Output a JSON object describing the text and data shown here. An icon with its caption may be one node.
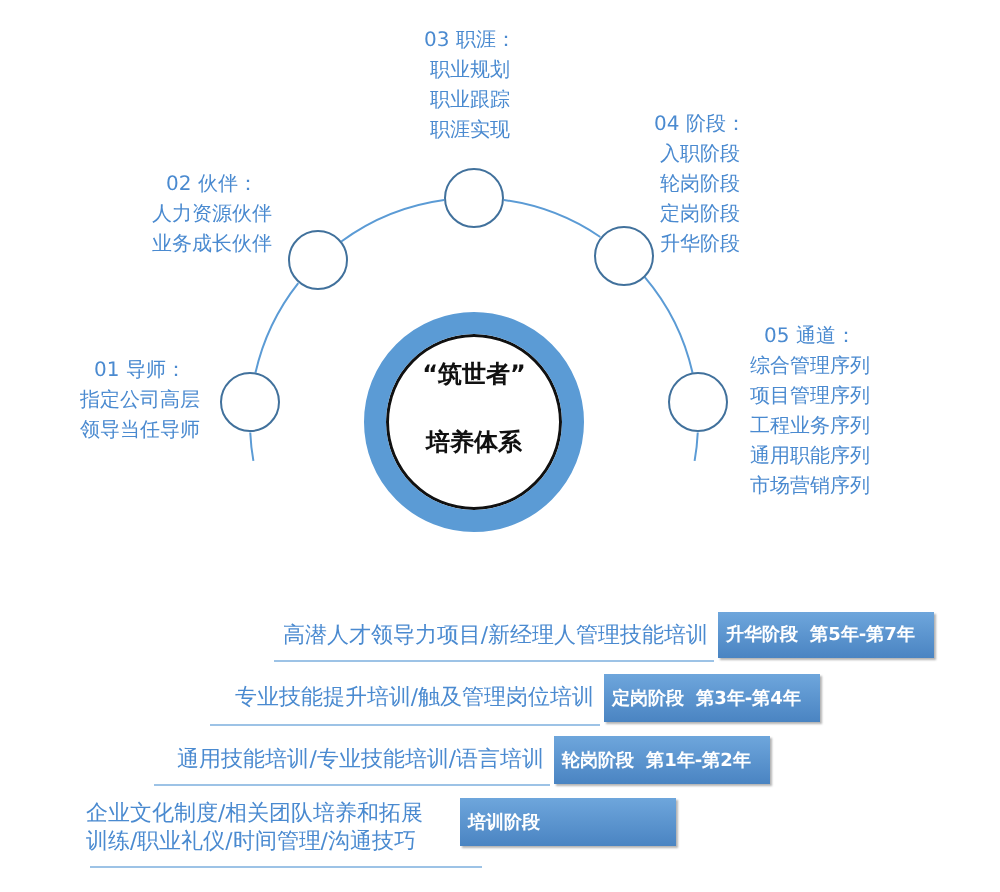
{
  "diagram": {
    "nodes": [
      {
        "text": [],
        "shape": "circle",
        "beside": [
          "01 导师：",
          "指定公司高层领导当任导师"
        ]
      },
      {
        "text": [],
        "shape": "circle",
        "beside": [
          "02 伙伴：",
          "人力资源伙伴",
          "业务成长伙伴"
        ]
      },
      {
        "text": [],
        "shape": "circle",
        "beside": [
          "03 职涯：",
          "职业规划",
          "职业跟踪",
          "职涯实现"
        ]
      },
      {
        "text": [],
        "shape": "circle",
        "beside": [
          "04 阶段：",
          "入职阶段",
          "轮岗阶段",
          "定岗阶段",
          "升华阶段"
        ]
      },
      {
        "text": [],
        "shape": "circle",
        "beside": [
          "05 通道：",
          "综合管理序列",
          "项目管理序列",
          "工程业务序列",
          "通用职能序列",
          "市场营销序列"
        ]
      },
      {
        "text": [
          "“筑世者”",
          "培养体系"
        ]
      },
      {
        "text": [
          "升华阶段 第5年-第7年"
        ],
        "beside": [
          "高潜人才领导力项目/新经理人管理技能培训"
        ]
      },
      {
        "text": [
          "定岗阶段 第3年-第4年"
        ],
        "beside": [
          "专业技能提升培训/触及管理岗位培训"
        ]
      },
      {
        "text": [
          "轮岗阶段 第1年-第2年"
        ],
        "beside": [
          "通用技能培训/专业技能培训/语言培训"
        ]
      },
      {
        "text": [
          "培训阶段"
        ],
        "beside": [
          "企业文化制度/相关团队培养和拓展训练/职业礼仪/时间管理/沟通技巧"
        ]
      }
    ],
    "edges": [
      {
        "from": 0,
        "to": 1,
        "arrow": "none"
      },
      {
        "from": 1,
        "to": 2,
        "arrow": "none"
      },
      {
        "from": 2,
        "to": 3,
        "arrow": "none"
      },
      {
        "from": 3,
        "to": 4,
        "arrow": "none"
      },
      {
        "from": 0,
        "to": null,
        "arrow": "none"
      },
      {
        "from": 4,
        "to": null,
        "arrow": "none"
      }
    ]
  }
}
